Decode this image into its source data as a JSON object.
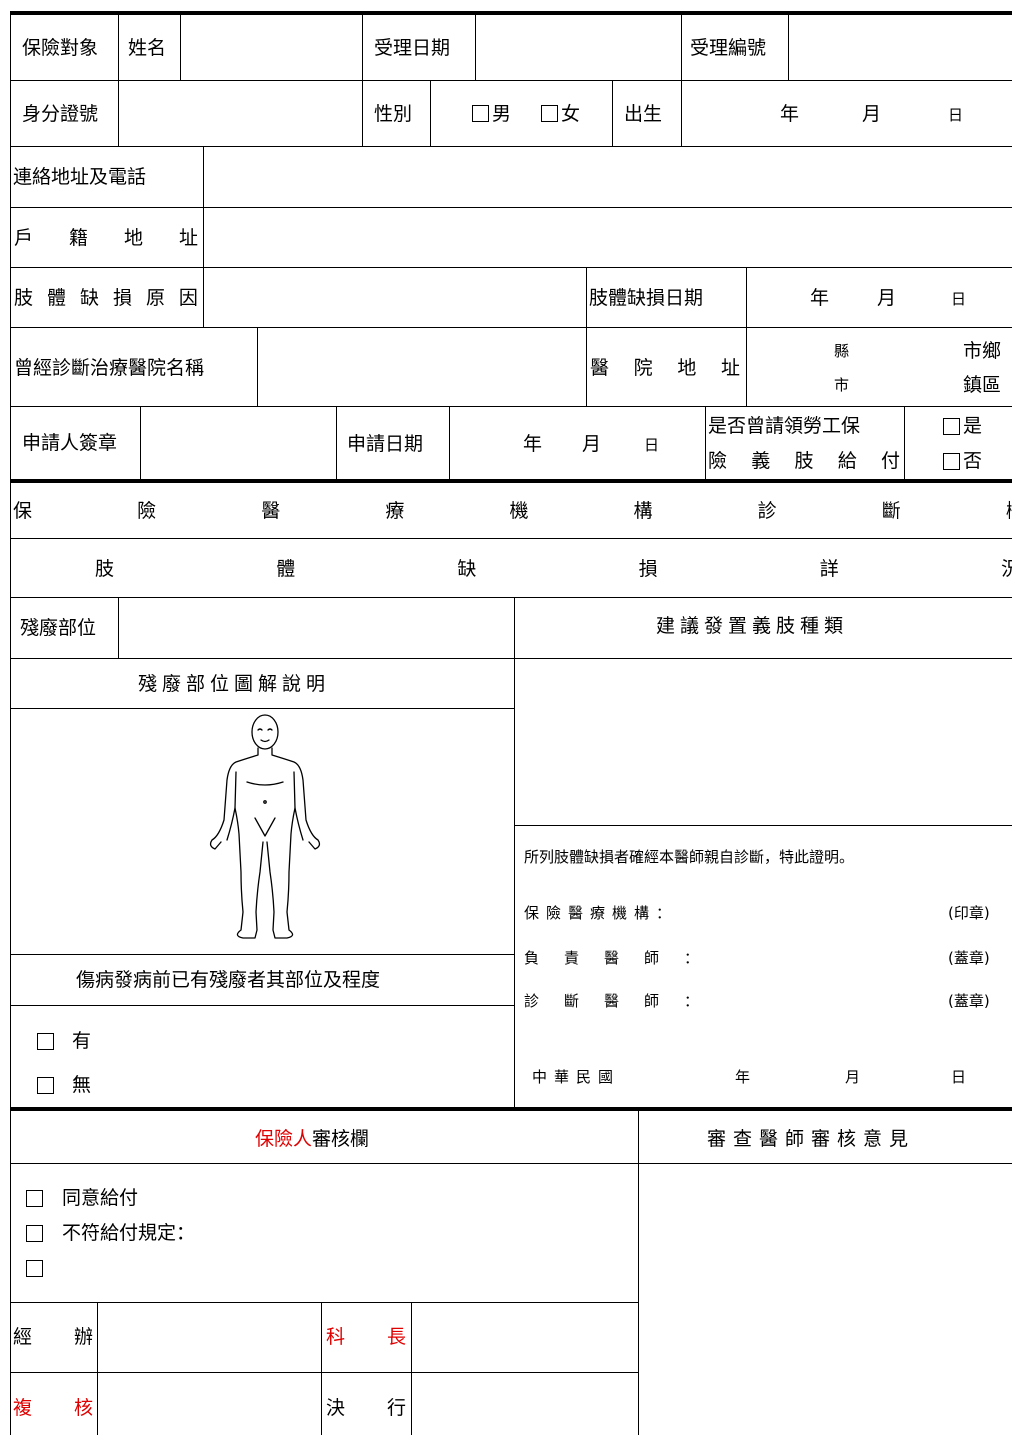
{
  "applicant": {
    "insured_label": "保險對象",
    "name_label": "姓名",
    "accept_date_label": "受理日期",
    "accept_no_label": "受理編號",
    "id_label": "身分證號",
    "sex_label": "性別",
    "male": "男",
    "female": "女",
    "birth_label": "出生",
    "year": "年",
    "month": "月",
    "day": "日",
    "address_phone_label": "連絡地址及電話",
    "household_label": [
      "戶",
      "籍",
      "地",
      "址"
    ],
    "limb_cause_label": [
      "肢",
      "體",
      "缺",
      "損",
      "原",
      "因"
    ],
    "limb_date_label": "肢體缺損日期",
    "hospital_name_label": "曾經診斷治療醫院名稱",
    "hospital_addr_label": [
      "醫",
      "院",
      "地",
      "址"
    ],
    "county": "縣",
    "city": "市",
    "city_town": "市鄉",
    "town_district": "鎮區",
    "signature_label": "申請人簽章",
    "apply_date_label": "申請日期",
    "labor_q_line1": "是否曾請領勞工保",
    "labor_q_line2": [
      "險",
      "義",
      "肢",
      "給",
      "付"
    ],
    "yes": "是",
    "no": "否"
  },
  "diagnosis": {
    "section_title": [
      "保",
      "險",
      "醫",
      "療",
      "機",
      "構",
      "診",
      "斷",
      "欄"
    ],
    "sub_title": [
      "肢",
      "體",
      "缺",
      "損",
      "詳",
      "況"
    ],
    "disabled_part_label": "殘廢部位",
    "prosthesis_label": "建議發置義肢種類",
    "diagram_label": "殘廢部位圖解說明",
    "prior_label": "傷病發病前已有殘廢者其部位及程度",
    "has": "有",
    "none": "無",
    "cert_text": "所列肢體缺損者確經本醫師親自診斷，特此證明。",
    "institution_label": "保險醫療機構：",
    "responsible_doctor_label": "負責醫師：",
    "diagnosing_doctor_label": "診斷醫師：",
    "seal": "(印章)",
    "stamp1": "(蓋章)",
    "stamp2": "(蓋章)",
    "roc_label": "中華民國",
    "year": "年",
    "month": "月",
    "day": "日"
  },
  "review": {
    "insurer_red": "保險人",
    "insurer_rest": "審核欄",
    "doctor_review_label": "審查醫師審核意見",
    "agree": "同意給付",
    "not_comply": "不符給付規定：",
    "handler_label": [
      "經",
      "辦"
    ],
    "section_chief_label": [
      "科",
      "長"
    ],
    "recheck_label": [
      "複",
      "核"
    ],
    "approve_label": [
      "決",
      "行"
    ]
  },
  "colors": {
    "accent_red": "#e00000"
  }
}
